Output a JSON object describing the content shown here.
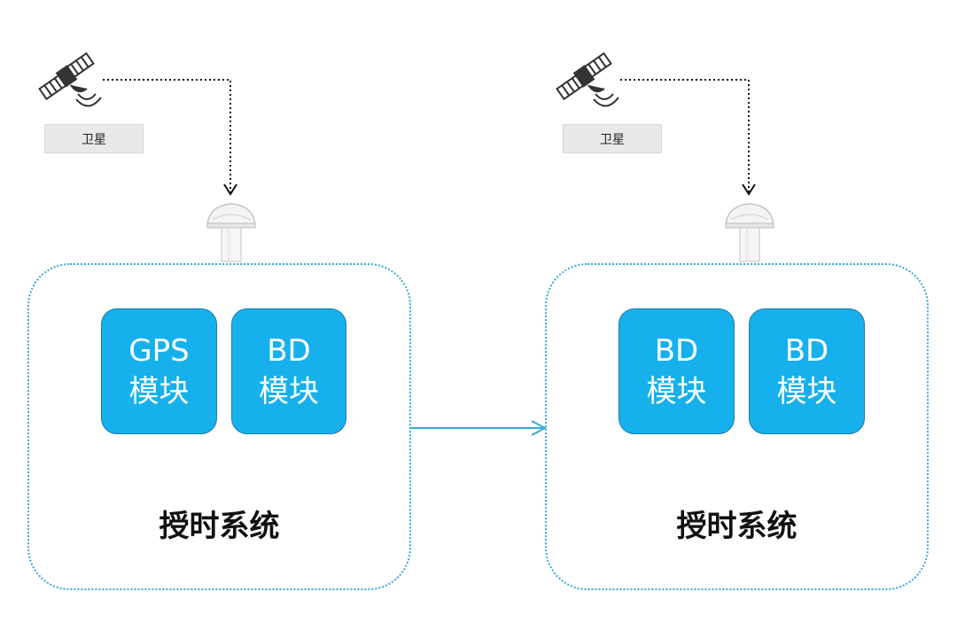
{
  "panels": [
    {
      "satellite_label": "卫星",
      "system_title": "授时系统",
      "modules": [
        {
          "line1": "GPS",
          "line2": "模块"
        },
        {
          "line1": "BD",
          "line2": "模块"
        }
      ]
    },
    {
      "satellite_label": "卫星",
      "system_title": "授时系统",
      "modules": [
        {
          "line1": "BD",
          "line2": "模块"
        },
        {
          "line1": "BD",
          "line2": "模块"
        }
      ]
    }
  ],
  "colors": {
    "module_fill": "#16b1ec",
    "module_border": "#1e7aa8",
    "system_border": "#3aa8d8",
    "arrow": "#3aa8d8",
    "signal_line": "#111111"
  },
  "icons": [
    "satellite-icon",
    "gnss-antenna-icon"
  ]
}
